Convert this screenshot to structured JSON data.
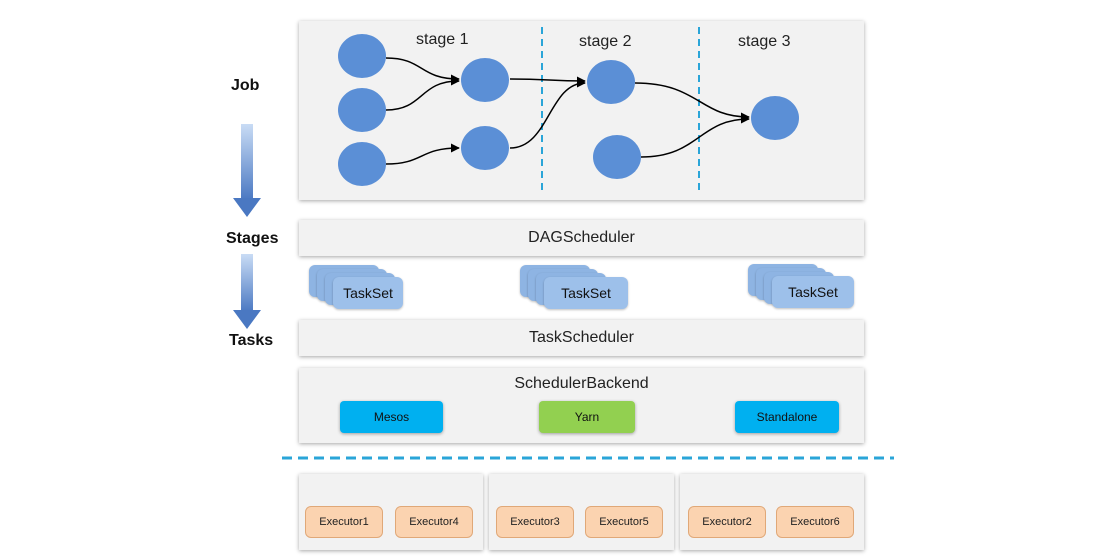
{
  "side_labels": {
    "job": "Job",
    "stages": "Stages",
    "tasks": "Tasks"
  },
  "stages": [
    "stage 1",
    "stage 2",
    "stage 3"
  ],
  "dag_scheduler": "DAGScheduler",
  "tasksets": [
    "TaskSet",
    "TaskSet",
    "TaskSet"
  ],
  "task_scheduler": "TaskScheduler",
  "scheduler_backend": {
    "title": "SchedulerBackend",
    "options": [
      {
        "label": "Mesos",
        "color": "#00b0f0"
      },
      {
        "label": "Yarn",
        "color": "#92d050"
      },
      {
        "label": "Standalone",
        "color": "#00b0f0"
      }
    ]
  },
  "executor_groups": [
    [
      "Executor1",
      "Executor4"
    ],
    [
      "Executor3",
      "Executor5"
    ],
    [
      "Executor2",
      "Executor6"
    ]
  ],
  "colors": {
    "node": "#5b8fd6",
    "divider": "#2aa5d8",
    "arrow": "#4a78c2"
  }
}
